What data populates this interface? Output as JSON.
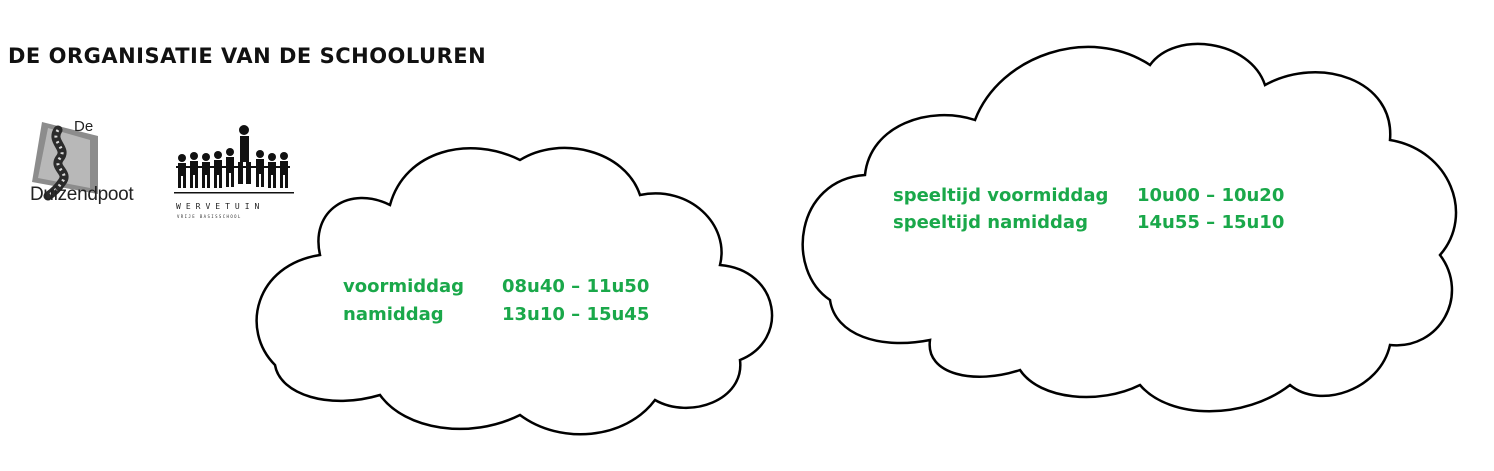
{
  "title": "DE ORGANISATIE VAN DE SCHOOLUREN",
  "logos": {
    "duizendpoot": {
      "de": "De",
      "name": "Duizendpoot"
    },
    "wervetuin": {
      "name": "WERVETUIN",
      "subtitle": "VRIJE BASISSCHOOL",
      "icon": "children-group-icon"
    }
  },
  "schooluren": {
    "rows": [
      {
        "label": "voormiddag",
        "time": "08u40 – 11u50"
      },
      {
        "label": "namiddag",
        "time": "13u10 – 15u45"
      }
    ]
  },
  "speeltijden": {
    "rows": [
      {
        "label": "speeltijd voormiddag",
        "time": "10u00 – 10u20"
      },
      {
        "label": "speeltijd namiddag",
        "time": "14u55 – 15u10"
      }
    ]
  },
  "colors": {
    "accent_green": "#1aa84a",
    "outline": "#000000"
  }
}
